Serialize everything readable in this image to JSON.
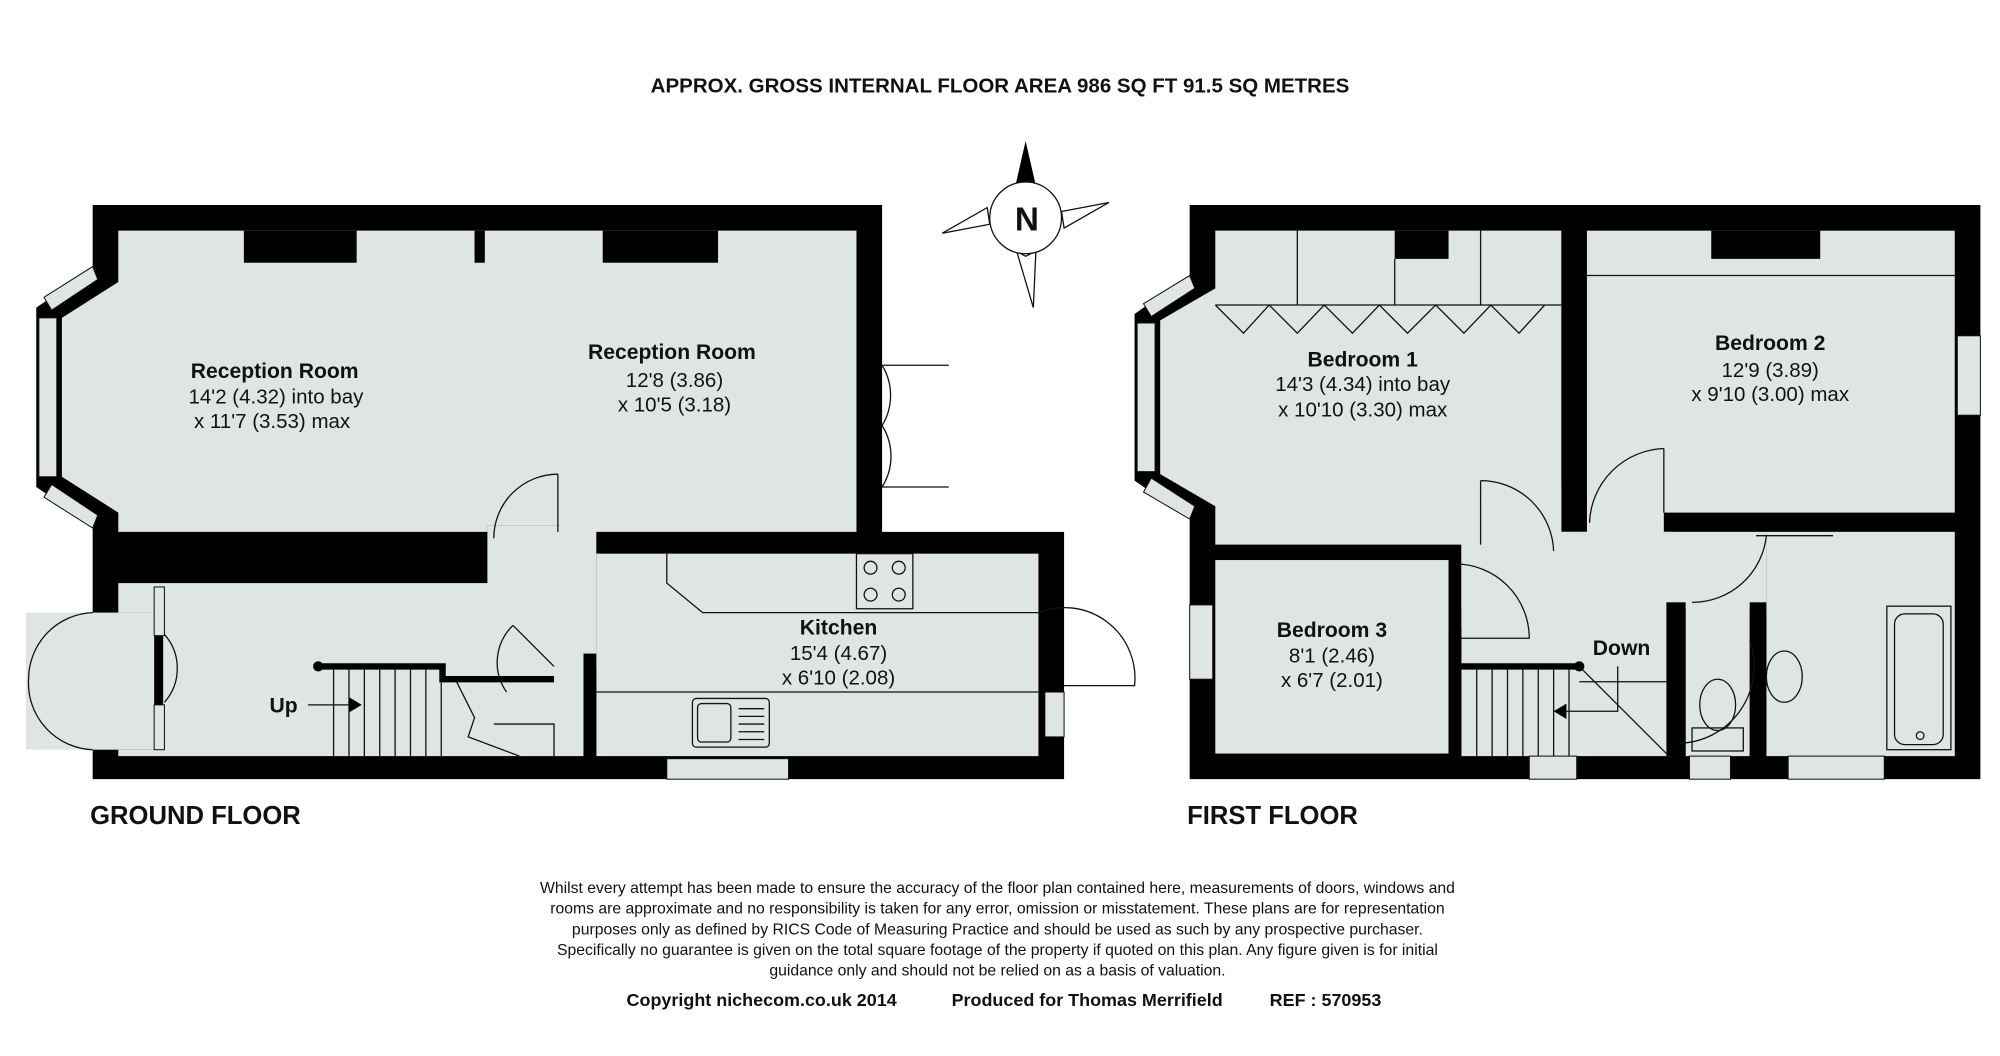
{
  "header": {
    "title": "APPROX. GROSS INTERNAL FLOOR AREA 986 SQ FT 91.5 SQ METRES"
  },
  "compass": {
    "label": "N"
  },
  "ground_floor": {
    "label": "GROUND FLOOR",
    "rooms": [
      {
        "name": "Reception Room",
        "dim1": "14'2 (4.32) into bay",
        "dim2": "x 11'7 (3.53) max"
      },
      {
        "name": "Reception Room",
        "dim1": "12'8 (3.86)",
        "dim2": "x 10'5 (3.18)"
      },
      {
        "name": "Kitchen",
        "dim1": "15'4 (4.67)",
        "dim2": "x 6'10 (2.08)"
      }
    ],
    "stairs_label": "Up"
  },
  "first_floor": {
    "label": "FIRST FLOOR",
    "rooms": [
      {
        "name": "Bedroom 1",
        "dim1": "14'3 (4.34) into bay",
        "dim2": "x 10'10 (3.30) max"
      },
      {
        "name": "Bedroom 2",
        "dim1": "12'9 (3.89)",
        "dim2": "x 9'10 (3.00) max"
      },
      {
        "name": "Bedroom 3",
        "dim1": "8'1 (2.46)",
        "dim2": "x 6'7 (2.01)"
      }
    ],
    "stairs_label": "Down"
  },
  "footer": {
    "disclaimer": [
      "Whilst every attempt has been made to ensure the accuracy of the floor plan contained here, measurements of doors, windows and",
      "rooms are approximate and no responsibility is taken for any error, omission or misstatement. These plans are for representation",
      "purposes only as defined by RICS Code of Measuring Practice and should be used as such by any prospective purchaser.",
      "Specifically no guarantee is given on the total square footage of the property if quoted on this plan. Any figure given is for initial",
      "guidance only and should not be relied on as a basis of valuation."
    ],
    "copyright": "Copyright nichecom.co.uk 2014",
    "produced_for": "Produced for Thomas Merrifield",
    "ref": "REF : 570953"
  }
}
